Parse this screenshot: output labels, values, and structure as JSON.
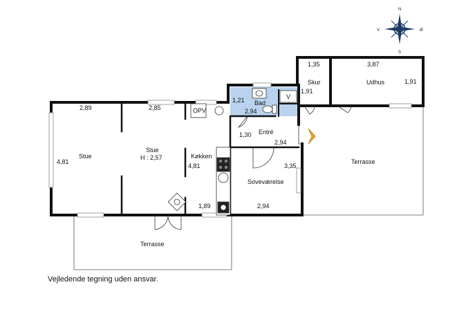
{
  "rooms": {
    "stue_left": "Stue",
    "stue_center": "Stue",
    "stue_height": "H : 2,57",
    "koekken": "Køkken",
    "bad": "Bad",
    "opv": "OPV",
    "v": "V",
    "entre": "Entré",
    "sovevaerelse": "Soveværelse",
    "skur": "Skur",
    "udhus": "Udhus",
    "terrasse_right": "Terrasse",
    "terrasse_bottom": "Terrasse"
  },
  "dimensions": {
    "stue_left_width": "2,89",
    "stue_left_depth": "4,81",
    "stue_center_width": "2,85",
    "koekken_depth": "4,81",
    "koekken_width": "1,89",
    "bad_depth": "1,21",
    "bad_width": "2,94",
    "entre_depth": "1,30",
    "entre_width": "2,94",
    "sove_depth": "3,35",
    "sove_width": "2,94",
    "skur_width": "1,35",
    "skur_depth": "1,91",
    "udhus_width": "3,87",
    "udhus_depth": "1,91"
  },
  "compass": {
    "n": "N",
    "s": "S",
    "v": "V",
    "e": "Ø"
  },
  "disclaimer": "Vejledende tegning uden ansvar.",
  "colors": {
    "wall": "#111111",
    "bath": "#b9d3ef",
    "window": "#9a9a9a",
    "door_arrow": "#f0a21a"
  }
}
